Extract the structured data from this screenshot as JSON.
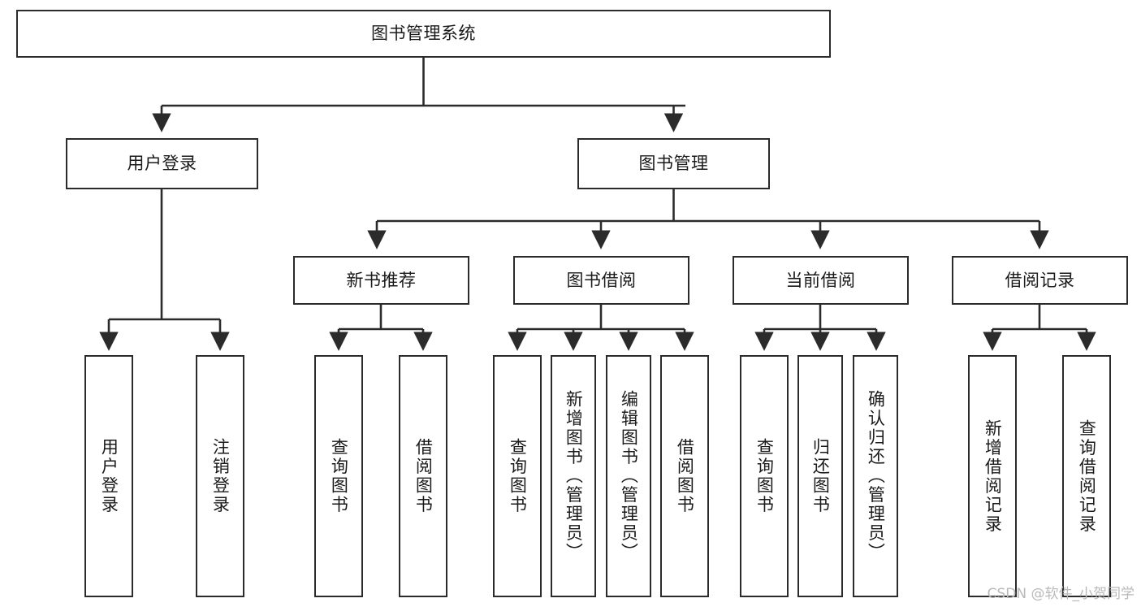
{
  "diagram": {
    "title": "图书管理系统",
    "type": "tree-hierarchy-chart",
    "orientation": "top-down",
    "colors": {
      "box_border": "#2b2b2b",
      "box_fill": "#ffffff",
      "connector": "#2b2b2b",
      "text": "#1a1a1a",
      "watermark": "#b9b9b9",
      "background": "#ffffff"
    }
  },
  "root": {
    "label": "图书管理系统"
  },
  "level2": [
    {
      "label": "用户登录"
    },
    {
      "label": "图书管理"
    }
  ],
  "level3": [
    {
      "label": "新书推荐"
    },
    {
      "label": "图书借阅"
    },
    {
      "label": "当前借阅"
    },
    {
      "label": "借阅记录"
    }
  ],
  "leaves": {
    "user_login": [
      {
        "label": "用户登录"
      },
      {
        "label": "注销登录"
      }
    ],
    "new_book_recommend": [
      {
        "label": "查询图书"
      },
      {
        "label": "借阅图书"
      }
    ],
    "book_borrow": [
      {
        "label": "查询图书"
      },
      {
        "label": "新增图书（管理员）"
      },
      {
        "label": "编辑图书（管理员）"
      },
      {
        "label": "借阅图书"
      }
    ],
    "current_borrow": [
      {
        "label": "查询图书"
      },
      {
        "label": "归还图书"
      },
      {
        "label": "确认归还（管理员）"
      }
    ],
    "borrow_record": [
      {
        "label": "新增借阅记录"
      },
      {
        "label": "查询借阅记录"
      }
    ]
  },
  "watermark": {
    "text": "CSDN @软件_小贺同学"
  }
}
